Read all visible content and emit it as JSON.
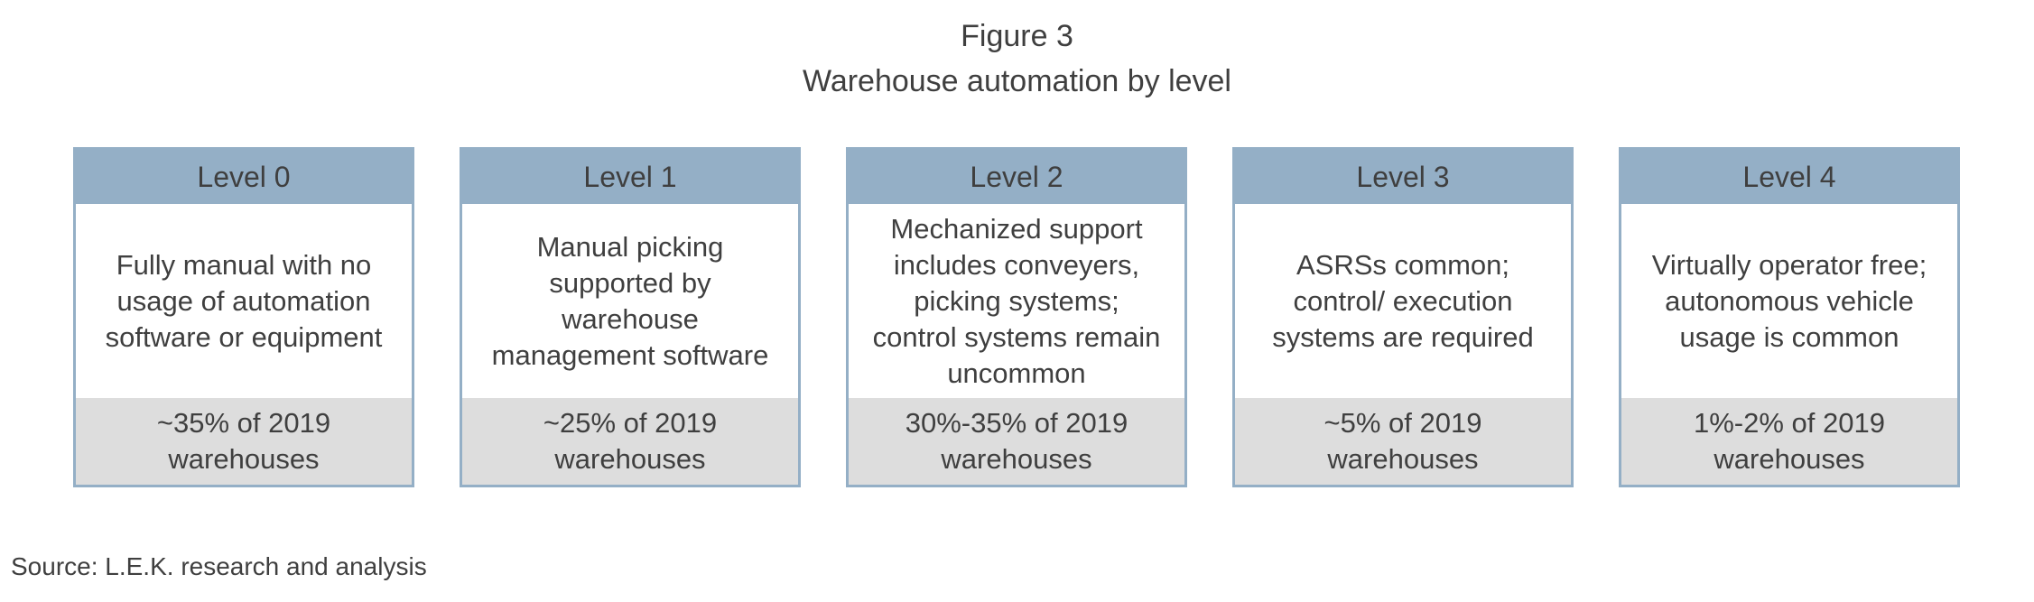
{
  "figure": {
    "label": "Figure 3",
    "title": "Warehouse automation by level"
  },
  "levels": [
    {
      "name": "Level 0",
      "description": "Fully manual with no\nusage of automation\nsoftware or equipment",
      "share": "~35% of 2019\nwarehouses"
    },
    {
      "name": "Level 1",
      "description": "Manual picking\nsupported by\nwarehouse\nmanagement software",
      "share": "~25% of 2019\nwarehouses"
    },
    {
      "name": "Level 2",
      "description": "Mechanized support\nincludes conveyers,\npicking systems;\ncontrol systems remain\nuncommon",
      "share": "30%-35% of 2019\nwarehouses"
    },
    {
      "name": "Level 3",
      "description": "ASRSs common;\ncontrol/ execution\nsystems are required",
      "share": "~5% of 2019\nwarehouses"
    },
    {
      "name": "Level 4",
      "description": "Virtually operator free;\nautonomous vehicle\nusage is common",
      "share": "1%-2% of 2019\nwarehouses"
    }
  ],
  "source": "Source: L.E.K. research and analysis",
  "colors": {
    "header": "#94afc6",
    "border": "#94afc6",
    "share_background": "#dddddd",
    "text": "#3f3f3f"
  }
}
